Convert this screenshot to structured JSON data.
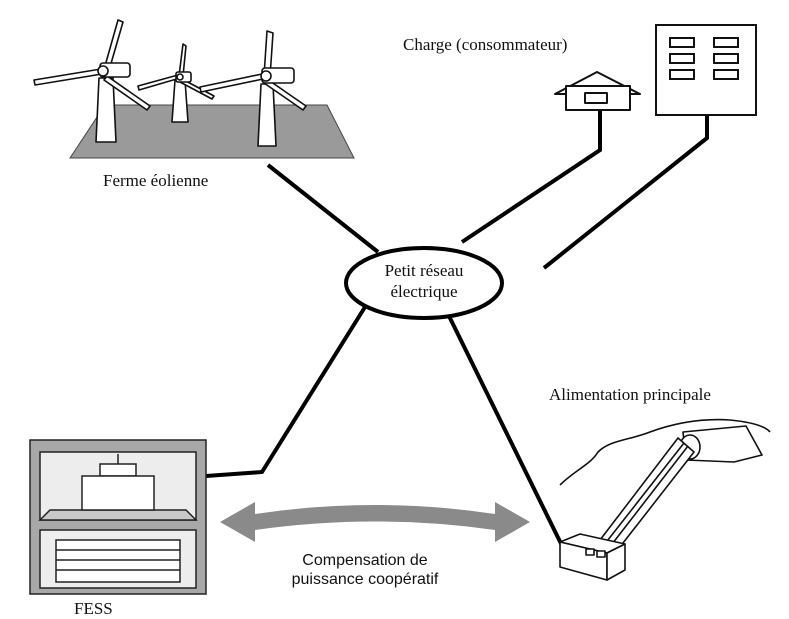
{
  "labels": {
    "wind_farm": "Ferme éolienne",
    "load": "Charge (consommateur)",
    "grid_line1": "Petit réseau",
    "grid_line2": "électrique",
    "main_supply": "Alimentation principale",
    "fess": "FESS",
    "compensation_line1": "Compensation de",
    "compensation_line2": "puissance coopératif"
  },
  "colors": {
    "line": "#000000",
    "arrow": "#8a8a8a",
    "ground": "#9a9a9a",
    "fess_frame": "#a8a8a8",
    "fess_inner": "#ededed"
  },
  "icons": {
    "wind_farm": "wind-turbines-icon",
    "house": "house-icon",
    "building": "building-icon",
    "hydro": "hydro-plant-icon",
    "fess": "flywheel-storage-icon"
  }
}
